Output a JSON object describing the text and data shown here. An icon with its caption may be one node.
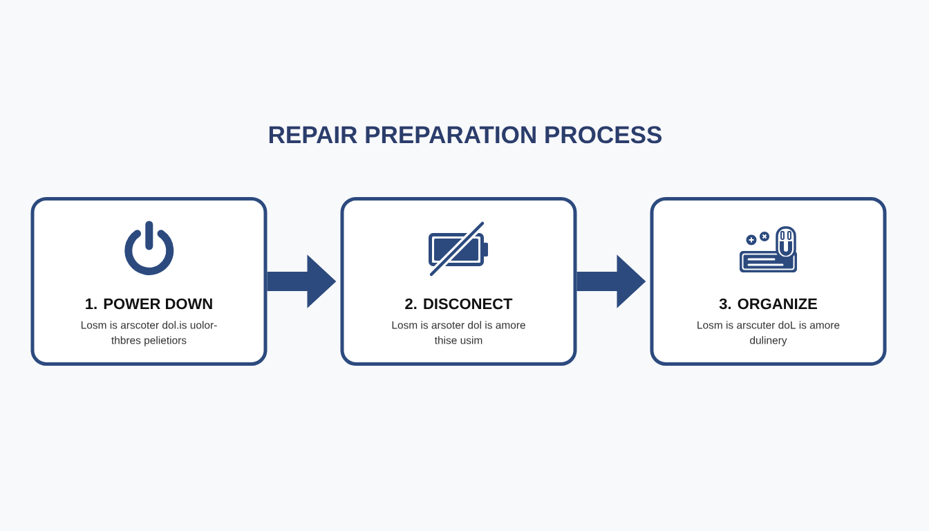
{
  "diagram": {
    "title": "REPAIR PREPARATION PROCESS",
    "nodes": [
      {
        "text": [
          "1. POWER DOWN",
          "Losm is arscoter dol.is uolor- thbres pelietiors"
        ]
      },
      {
        "text": [
          "2. DISCONECT",
          "Losm is arsoter dol is amore thise usim"
        ]
      },
      {
        "text": [
          "3. ORGANIZE",
          "Losm is arscuter doL is amore dulinery"
        ]
      }
    ],
    "edges": [
      {
        "from": 0,
        "to": 1,
        "arrow": "to"
      },
      {
        "from": 1,
        "to": 2,
        "arrow": "to"
      }
    ]
  }
}
